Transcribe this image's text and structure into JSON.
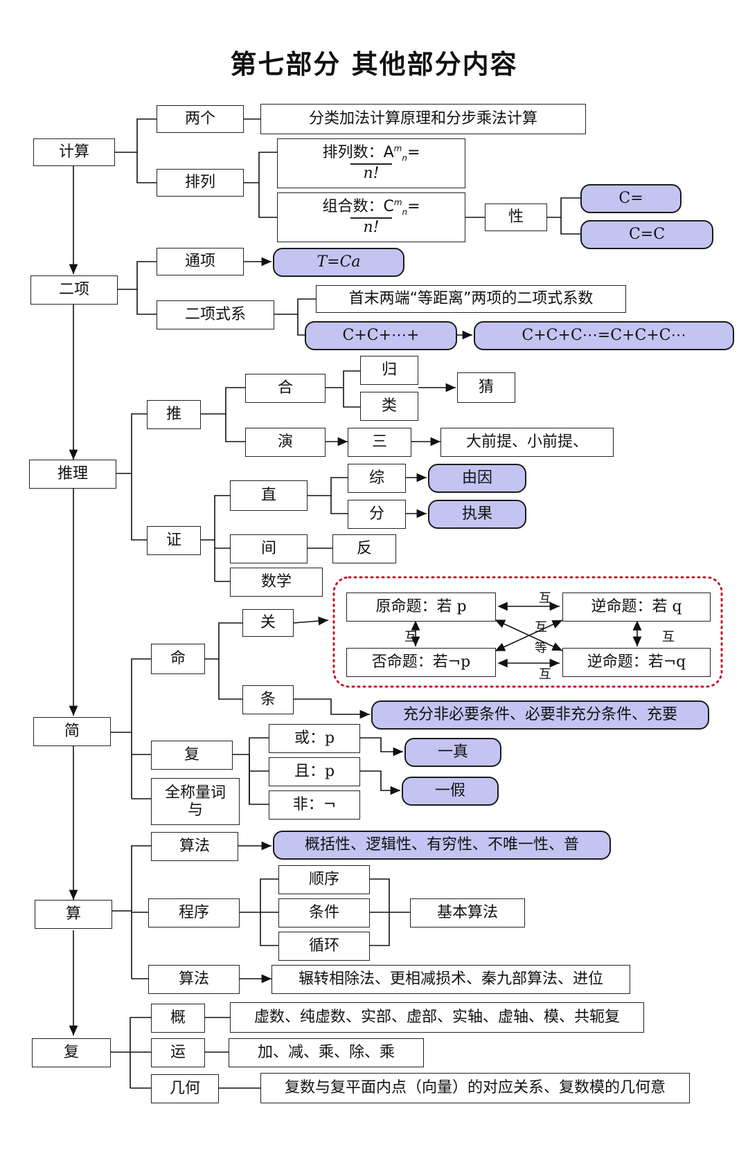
{
  "title": "第七部分  其他部分内容",
  "counting": {
    "root": "计算",
    "two": "两个",
    "two_desc": "分类加法计算原理和分步乘法计算",
    "perm": "排列",
    "perm_num": "排列数：A",
    "perm_den": "n!",
    "comb_num": "组合数：C",
    "comb_den": "n!",
    "prop": "性",
    "prop1": "C=",
    "prop2": "C=C"
  },
  "binomial": {
    "root": "二项",
    "general": "通项",
    "general_formula": "T=Ca",
    "coef": "二项式系",
    "coef_desc": "首末两端“等距离”两项的二项式系数",
    "sum1": "C+C+⋯+",
    "sum2": "C+C+C⋯=C+C+C⋯"
  },
  "reasoning": {
    "root": "推理",
    "infer": "推",
    "plausible": "合",
    "induction": "归",
    "analogy": "类",
    "guess": "猜",
    "deductive": "演",
    "syllogism": "三",
    "syllogism_desc": "大前提、小前提、",
    "proof": "证",
    "direct": "直",
    "synthetic": "综",
    "analytic": "分",
    "cause": "由因",
    "effect": "执果",
    "indirect": "间",
    "contra": "反",
    "induction_math": "数学"
  },
  "logic": {
    "root": "简",
    "prop": "命",
    "relation": "关",
    "cond": "条",
    "cond_desc": "充分非必要条件、必要非充分条件、充要",
    "orig": "原命题：若 p",
    "converse": "逆命题：若 q",
    "inverse": "否命题：若¬p",
    "contrapos": "逆命题：若¬q",
    "mutual": "互",
    "equiv": "等",
    "compound": "复",
    "or": "或：p",
    "and": "且：p",
    "not": "非：¬",
    "one_true": "一真",
    "one_false": "一假",
    "quantifier": "全称量词与"
  },
  "algorithm": {
    "root": "算",
    "concept": "算法",
    "concept_desc": "概括性、逻辑性、有穷性、不唯一性、普",
    "program": "程序",
    "seq": "顺序",
    "cond": "条件",
    "loop": "循环",
    "basic": "基本算法",
    "cases": "算法",
    "cases_desc": "辗转相除法、更相减损术、秦九部算法、进位"
  },
  "complex": {
    "root": "复",
    "concept": "概",
    "concept_desc": "虚数、纯虚数、实部、虚部、实轴、虚轴、模、共轭复",
    "ops": "运",
    "ops_desc": "加、减、乘、除、乘",
    "geo": "几何",
    "geo_desc": "复数与复平面内点（向量）的对应关系、复数模的几何意"
  }
}
